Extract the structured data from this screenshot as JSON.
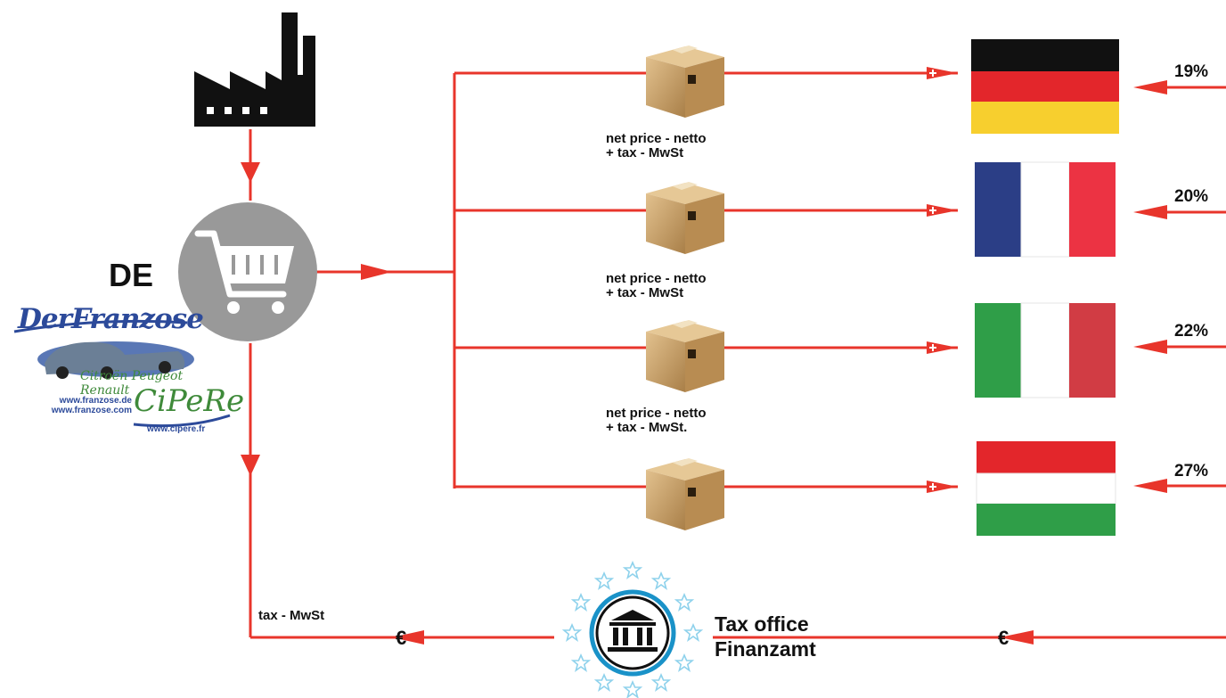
{
  "seller": {
    "country_code": "DE",
    "logo_title": "DerFranzose",
    "logo_subtitle": "Citroën Peugeot Renault",
    "logo_brand": "CiPeRe",
    "logo_urls": [
      "www.franzose.de",
      "www.franzose.com"
    ],
    "logo_url_right": "www.cipere.fr"
  },
  "shipments": [
    {
      "label_lines": [
        "net price - netto",
        "+ tax - MwSt"
      ],
      "flag": "germany",
      "rate": "19%"
    },
    {
      "label_lines": [
        "net price - netto",
        "+ tax - MwSt"
      ],
      "flag": "france",
      "rate": "20%"
    },
    {
      "label_lines": [
        "net price - netto",
        "+ tax - MwSt."
      ],
      "flag": "italy",
      "rate": "22%"
    },
    {
      "label_lines": [],
      "flag": "hungary",
      "rate": "27%"
    }
  ],
  "tax_office": {
    "line1": "Tax office",
    "line2": "Finanzamt",
    "left_label": "tax - MwSt",
    "currency_symbol": "€"
  },
  "colors": {
    "arrow": "#e8352b",
    "cart_circle": "#999999",
    "box": "#c8a06a",
    "factory": "#111111",
    "eu_ring": "#1a92c8"
  },
  "icons": [
    "factory-icon",
    "shopping-cart-icon",
    "package-box-icon",
    "bank-building-icon",
    "eu-stars-icon"
  ]
}
